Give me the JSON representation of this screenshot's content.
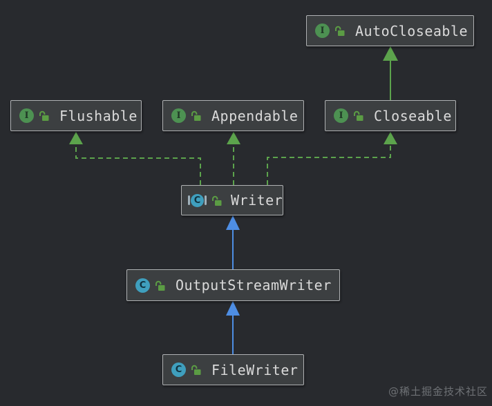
{
  "colors": {
    "canvas_bg": "#282a2e",
    "node_bg": "#3c3f41",
    "node_border": "#b0b2b4",
    "node_text": "#dadada",
    "edge_green": "#5ca34c",
    "edge_blue": "#4e8ee4",
    "interface_icon": "#4d9152",
    "class_icon": "#3f9fbe",
    "lock_icon": "#5b9c44",
    "abstract_bracket": "#9fb0ba",
    "watermark": "#6e7175"
  },
  "icons": {
    "interface_letter": "I",
    "class_letter": "C"
  },
  "nodes": [
    {
      "label": "AutoCloseable",
      "kind": "interface"
    },
    {
      "label": "Flushable",
      "kind": "interface"
    },
    {
      "label": "Appendable",
      "kind": "interface"
    },
    {
      "label": "Closeable",
      "kind": "interface"
    },
    {
      "label": "Writer",
      "kind": "abstract-class"
    },
    {
      "label": "OutputStreamWriter",
      "kind": "class"
    },
    {
      "label": "FileWriter",
      "kind": "class"
    }
  ],
  "edges": [
    {
      "from": "Closeable",
      "to": "AutoCloseable",
      "relation": "extends",
      "line": "solid-green"
    },
    {
      "from": "Writer",
      "to": "Flushable",
      "relation": "implements",
      "line": "dashed-green"
    },
    {
      "from": "Writer",
      "to": "Appendable",
      "relation": "implements",
      "line": "dashed-green"
    },
    {
      "from": "Writer",
      "to": "Closeable",
      "relation": "implements",
      "line": "dashed-green"
    },
    {
      "from": "OutputStreamWriter",
      "to": "Writer",
      "relation": "extends",
      "line": "solid-blue"
    },
    {
      "from": "FileWriter",
      "to": "OutputStreamWriter",
      "relation": "extends",
      "line": "solid-blue"
    }
  ],
  "watermark": {
    "text": "@稀土掘金技术社区"
  }
}
